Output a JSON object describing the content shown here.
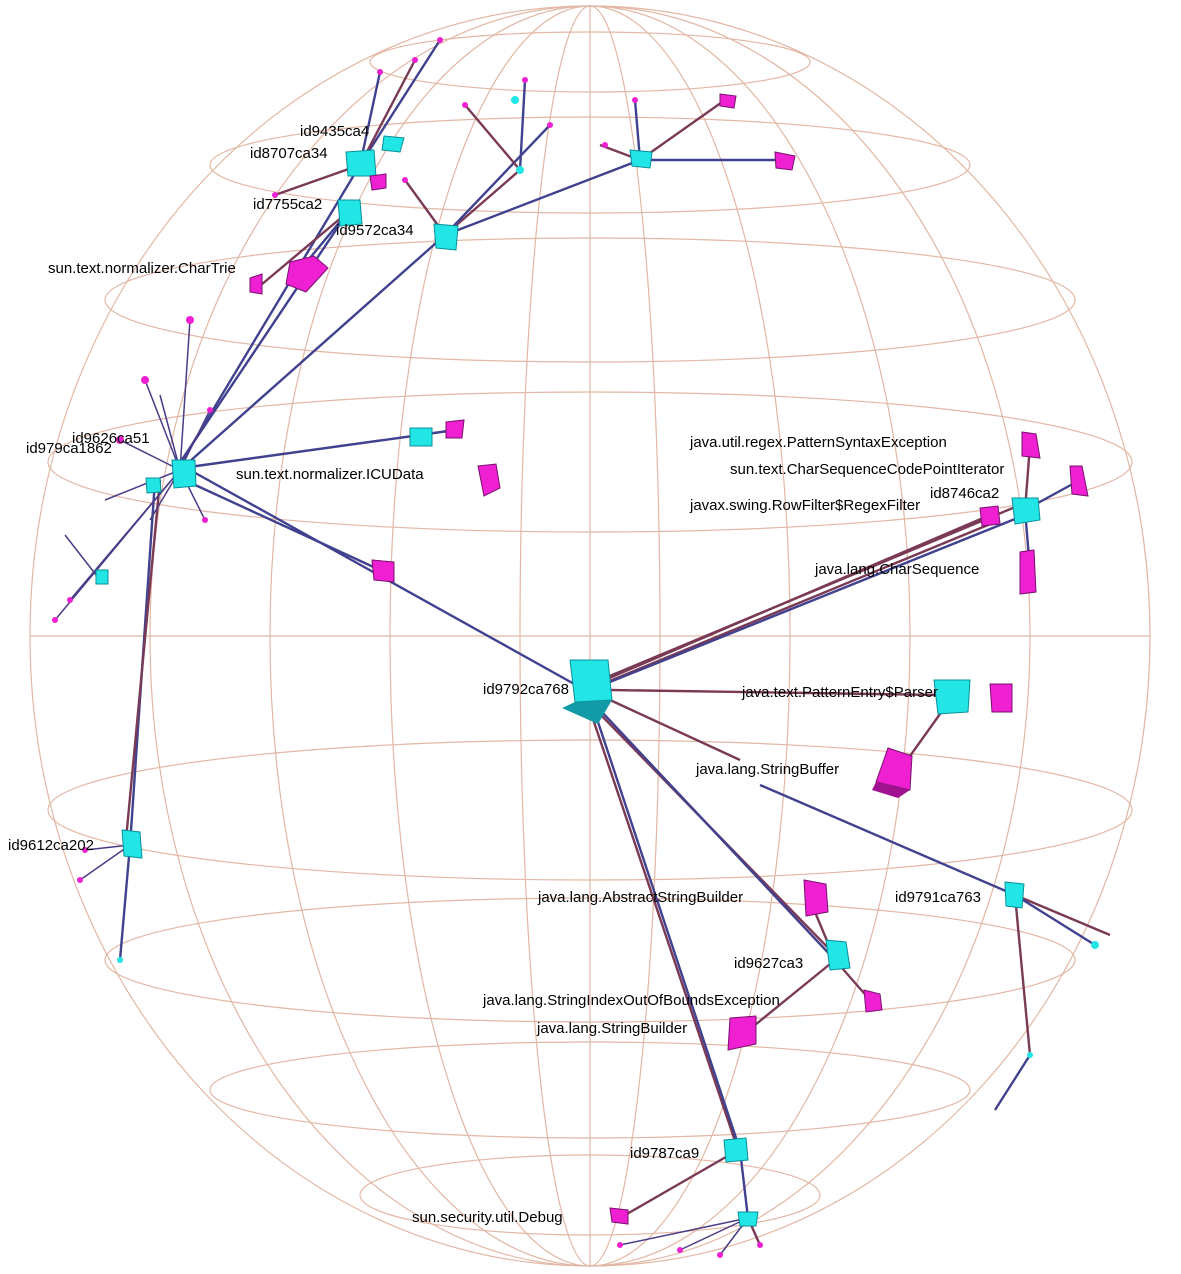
{
  "nodes": {
    "center": "id9792ca768",
    "id8746": "id8746ca2",
    "id9627": "id9627ca3",
    "id9791": "id9791ca763",
    "id9787": "id9787ca9",
    "id9612": "id9612ca202",
    "id9626": "id9626ca51",
    "id979": "id979ca1862",
    "id9435": "id9435ca4",
    "id8707": "id8707ca34",
    "id7755": "id7755ca2",
    "id9572": "id9572ca34"
  },
  "classes": {
    "pattern_syntax": "java.util.regex.PatternSyntaxException",
    "charseq_iter": "sun.text.CharSequenceCodePointIterator",
    "rowfilter": "javax.swing.RowFilter$RegexFilter",
    "charsequence": "java.lang.CharSequence",
    "pattern_entry": "java.text.PatternEntry$Parser",
    "stringbuffer": "java.lang.StringBuffer",
    "abstract_sb": "java.lang.AbstractStringBuilder",
    "sioobe": "java.lang.StringIndexOutOfBoundsException",
    "stringbuilder": "java.lang.StringBuilder",
    "debug": "sun.security.util.Debug",
    "chartrie": "sun.text.normalizer.CharTrie",
    "icudata": "sun.text.normalizer.ICUData"
  },
  "colors": {
    "grid": "#e2b7a4",
    "node_cyan": "#22e6e6",
    "node_magenta": "#ee20d2",
    "edge_blue": "#40418f",
    "edge_red": "#7a3a55"
  }
}
